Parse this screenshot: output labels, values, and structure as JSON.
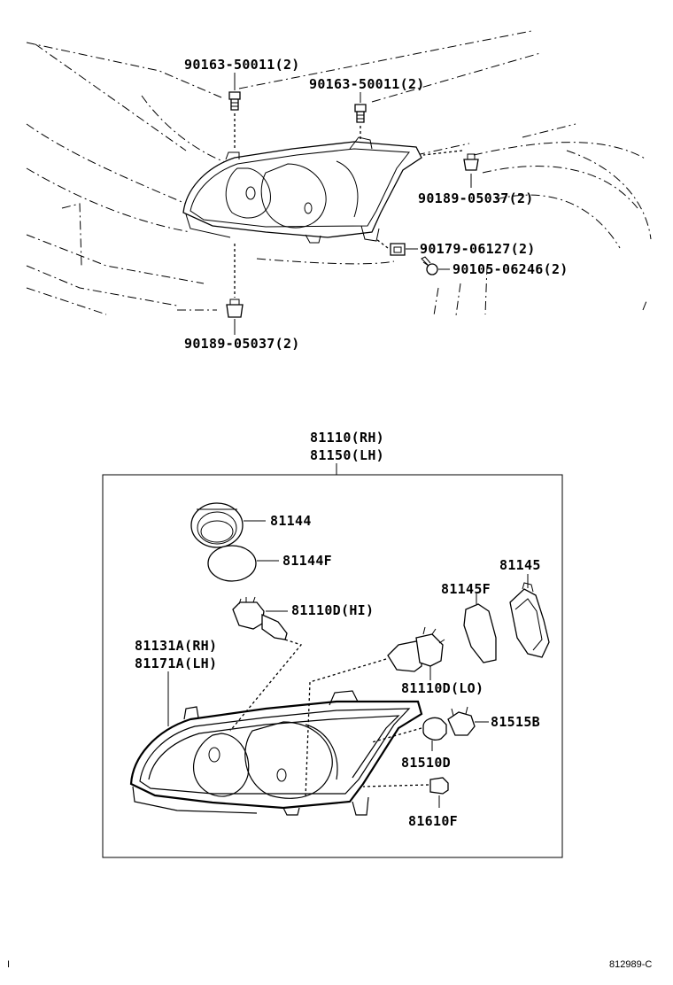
{
  "callouts_top": [
    {
      "id": "bolt_left",
      "text": "90163-50011(2)"
    },
    {
      "id": "bolt_right",
      "text": "90163-50011(2)"
    },
    {
      "id": "clip_right",
      "text": "90189-05037(2)"
    },
    {
      "id": "nut",
      "text": "90179-06127(2)"
    },
    {
      "id": "screw",
      "text": "90105-06246(2)"
    },
    {
      "id": "clip_bottom",
      "text": "90189-05037(2)"
    }
  ],
  "assembly": {
    "rh": "81110(RH)",
    "lh": "81150(LH)"
  },
  "callouts_bottom": [
    {
      "id": "socket_ring",
      "text": "81144"
    },
    {
      "id": "socket_gasket",
      "text": "81144F"
    },
    {
      "id": "bulb_hi",
      "text": "81110D(HI)"
    },
    {
      "id": "cover",
      "text": "81145"
    },
    {
      "id": "cover_gasket",
      "text": "81145F"
    },
    {
      "id": "unit_rh",
      "text": "81131A(RH)"
    },
    {
      "id": "unit_lh",
      "text": "81171A(LH)"
    },
    {
      "id": "bulb_lo",
      "text": "81110D(LO)"
    },
    {
      "id": "socket_turn",
      "text": "81515B"
    },
    {
      "id": "bulb_turn",
      "text": "81510D"
    },
    {
      "id": "bulb_small",
      "text": "81610F"
    }
  ],
  "footer": {
    "left_mark": "I",
    "figure_code": "812989-C"
  }
}
